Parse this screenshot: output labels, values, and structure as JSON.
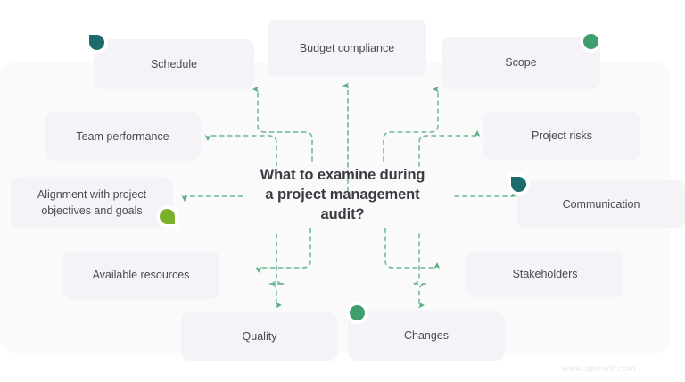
{
  "diagram": {
    "center_title": "What to examine during a project management audit?",
    "center_title_lines": [
      "What to examine during",
      "a project management",
      "audit?"
    ],
    "watermark": "www.apriorit.com",
    "colors": {
      "card_fill": "#f4f3f8",
      "card_text": "#4a4a54",
      "title_text": "#3b3b44",
      "connector": "#63b387",
      "dot_teal": "#1d6b6e",
      "dot_green": "#3f9e6d",
      "dot_lime": "#7ab02a",
      "backdrop": "#fafafb",
      "page_background": "#ffffff",
      "watermark_text": "#e9e9ec"
    },
    "nodes": [
      {
        "id": "schedule",
        "label": "Schedule",
        "dot": "teal-drop-tl"
      },
      {
        "id": "budget",
        "label": "Budget compliance",
        "dot": "none"
      },
      {
        "id": "scope",
        "label": "Scope",
        "dot": "green-circle"
      },
      {
        "id": "team",
        "label": "Team performance",
        "dot": "none"
      },
      {
        "id": "risks",
        "label": "Project risks",
        "dot": "none"
      },
      {
        "id": "alignment",
        "label": "Alignment with project objectives and goals",
        "dot": "lime-drop-br"
      },
      {
        "id": "communication",
        "label": "Communication",
        "dot": "teal-drop-tl"
      },
      {
        "id": "resources",
        "label": "Available resources",
        "dot": "none"
      },
      {
        "id": "stakeholders",
        "label": "Stakeholders",
        "dot": "none"
      },
      {
        "id": "quality",
        "label": "Quality",
        "dot": "none"
      },
      {
        "id": "changes",
        "label": "Changes",
        "dot": "green-circle"
      }
    ],
    "node_labels": {
      "schedule": "Schedule",
      "budget": "Budget compliance",
      "scope": "Scope",
      "team": "Team performance",
      "risks": "Project risks",
      "alignment_line1": "Alignment with project",
      "alignment_line2": "objectives and goals",
      "communication": "Communication",
      "resources": "Available resources",
      "stakeholders": "Stakeholders",
      "quality": "Quality",
      "changes": "Changes"
    }
  }
}
